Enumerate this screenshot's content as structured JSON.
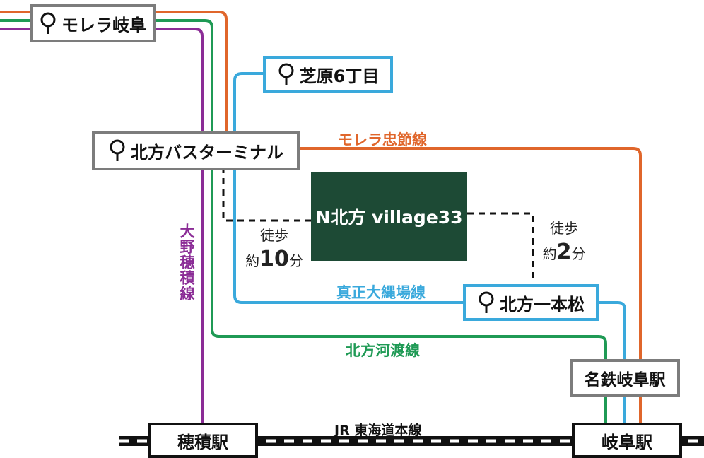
{
  "stops": {
    "morera_gifu": "モレラ岐阜",
    "shibahara": "芝原6丁目",
    "kitagata_bt": "北方バスターミナル",
    "kitagata_ippon": "北方一本松"
  },
  "stations": {
    "meitetsu_gifu": "名鉄岐阜駅",
    "hozumi": "穂積駅",
    "gifu": "岐阜駅"
  },
  "lines": {
    "morera_chusetsu": "モレラ忠節線",
    "shinsei_ohnawaba": "真正大縄場線",
    "kitagata_godo": "北方河渡線",
    "ono_hozumi": "大野穂積線",
    "jr_tokaido": "JR 東海道本線"
  },
  "destination": {
    "label": "N北方 village33"
  },
  "walk_left": {
    "text": "徒歩",
    "minutes": "10",
    "unit": "分",
    "prefix": "約"
  },
  "walk_right": {
    "text": "徒歩",
    "minutes": "2",
    "unit": "分",
    "prefix": "約"
  },
  "colors": {
    "orange": "#e0662b",
    "green": "#1f9a55",
    "purple": "#8b2c96",
    "blue": "#3aa9dc",
    "dest_bg": "#1d4a35",
    "box_gray": "#7c7c7c"
  },
  "icons": {
    "stop": "bus-stop-pin-icon"
  }
}
